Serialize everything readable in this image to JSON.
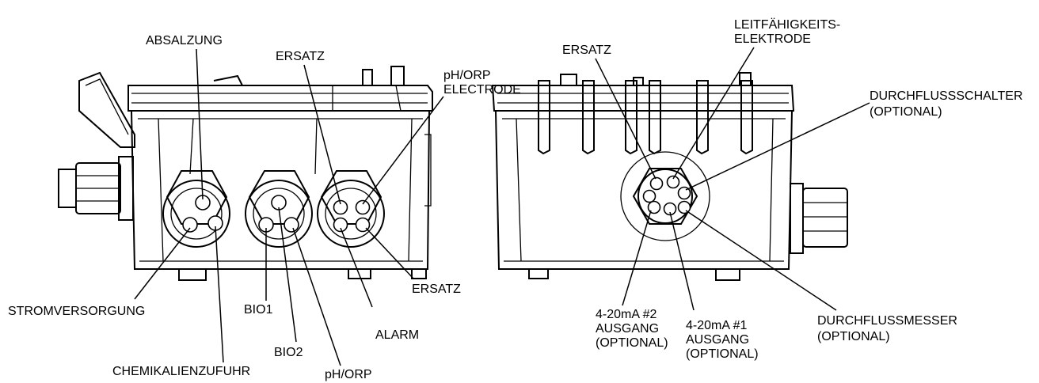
{
  "labels": {
    "absalzung": "ABSALZUNG",
    "ersatz_left_top": "ERSATZ",
    "ph_orp_electrode_1": "pH/ORP",
    "ph_orp_electrode_2": "ELECTRODE",
    "stromversorgung": "STROMVERSORGUNG",
    "chemikalienzufuhr": "CHEMIKALIENZUFUHR",
    "bio1": "BIO1",
    "bio2": "BIO2",
    "ph_orp": "pH/ORP",
    "alarm": "ALARM",
    "ersatz_left_right": "ERSATZ",
    "ersatz_right_top": "ERSATZ",
    "leitfaehigkeit_1": "LEITFÄHIGKEITS-",
    "leitfaehigkeit_2": "ELEKTRODE",
    "durchflussschalter_1": "DURCHFLUSSSCHALTER",
    "durchflussschalter_2": "(OPTIONAL)",
    "out2_1": "4-20mA #2",
    "out2_2": "AUSGANG",
    "out2_3": "(OPTIONAL)",
    "out1_1": "4-20mA #1",
    "out1_2": "AUSGANG",
    "out1_3": "(OPTIONAL)",
    "durchflussmesser_1": "DURCHFLUSSMESSER",
    "durchflussmesser_2": "(OPTIONAL)"
  }
}
